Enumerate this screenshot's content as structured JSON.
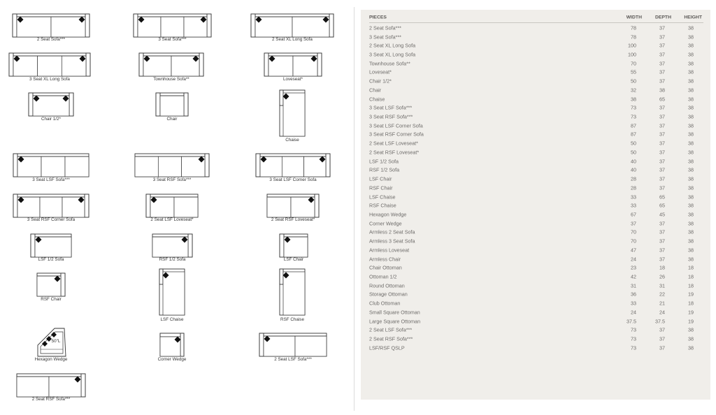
{
  "table": {
    "headers": {
      "pieces": "PIECES",
      "width": "WIDTH",
      "depth": "DEPTH",
      "height": "HEIGHT"
    },
    "rows": [
      {
        "name": "2 Seat Sofa***",
        "width": "78",
        "depth": "37",
        "height": "38"
      },
      {
        "name": "3 Seat Sofa***",
        "width": "78",
        "depth": "37",
        "height": "38"
      },
      {
        "name": "2 Seat XL Long Sofa",
        "width": "100",
        "depth": "37",
        "height": "38"
      },
      {
        "name": "3 Seat XL Long Sofa",
        "width": "100",
        "depth": "37",
        "height": "38"
      },
      {
        "name": "Townhouse Sofa**",
        "width": "70",
        "depth": "37",
        "height": "38"
      },
      {
        "name": "Loveseat*",
        "width": "55",
        "depth": "37",
        "height": "38"
      },
      {
        "name": "Chair 1/2*",
        "width": "50",
        "depth": "37",
        "height": "38"
      },
      {
        "name": "Chair",
        "width": "32",
        "depth": "38",
        "height": "38"
      },
      {
        "name": "Chaise",
        "width": "38",
        "depth": "65",
        "height": "38"
      },
      {
        "name": "3 Seat LSF Sofa***",
        "width": "73",
        "depth": "37",
        "height": "38"
      },
      {
        "name": "3 Seat RSF Sofa***",
        "width": "73",
        "depth": "37",
        "height": "38"
      },
      {
        "name": "3 Seat LSF Corner Sofa",
        "width": "87",
        "depth": "37",
        "height": "38"
      },
      {
        "name": "3 Seat RSF Corner Sofa",
        "width": "87",
        "depth": "37",
        "height": "38"
      },
      {
        "name": "2 Seat LSF Loveseat*",
        "width": "50",
        "depth": "37",
        "height": "38"
      },
      {
        "name": "2 Seat RSF Loveseat*",
        "width": "50",
        "depth": "37",
        "height": "38"
      },
      {
        "name": "LSF 1/2 Sofa",
        "width": "40",
        "depth": "37",
        "height": "38"
      },
      {
        "name": "RSF 1/2 Sofa",
        "width": "40",
        "depth": "37",
        "height": "38"
      },
      {
        "name": "LSF Chair",
        "width": "28",
        "depth": "37",
        "height": "38"
      },
      {
        "name": "RSF Chair",
        "width": "28",
        "depth": "37",
        "height": "38"
      },
      {
        "name": "LSF Chaise",
        "width": "33",
        "depth": "65",
        "height": "38"
      },
      {
        "name": "RSF Chaise",
        "width": "33",
        "depth": "65",
        "height": "38"
      },
      {
        "name": "Hexagon Wedge",
        "width": "67",
        "depth": "45",
        "height": "38"
      },
      {
        "name": "Corner Wedge",
        "width": "37",
        "depth": "37",
        "height": "38"
      },
      {
        "name": "Armless 2 Seat Sofa",
        "width": "70",
        "depth": "37",
        "height": "38"
      },
      {
        "name": "Armless 3 Seat Sofa",
        "width": "70",
        "depth": "37",
        "height": "38"
      },
      {
        "name": "Armless Loveseat",
        "width": "47",
        "depth": "37",
        "height": "38"
      },
      {
        "name": "Armless Chair",
        "width": "24",
        "depth": "37",
        "height": "38"
      },
      {
        "name": "Chair Ottoman",
        "width": "23",
        "depth": "18",
        "height": "18"
      },
      {
        "name": "Ottoman 1/2",
        "width": "42",
        "depth": "26",
        "height": "18"
      },
      {
        "name": "Round Ottoman",
        "width": "31",
        "depth": "31",
        "height": "18"
      },
      {
        "name": "Storage Ottoman",
        "width": "36",
        "depth": "22",
        "height": "19"
      },
      {
        "name": "Club Ottoman",
        "width": "33",
        "depth": "21",
        "height": "18"
      },
      {
        "name": "Small Square Ottoman",
        "width": "24",
        "depth": "24",
        "height": "19"
      },
      {
        "name": "Large Square Ottoman",
        "width": "37.5",
        "depth": "37.5",
        "height": "19"
      },
      {
        "name": "2 Seat LSF Sofa***",
        "width": "73",
        "depth": "37",
        "height": "38"
      },
      {
        "name": "2 Seat RSF Sofa***",
        "width": "73",
        "depth": "37",
        "height": "38"
      },
      {
        "name": "LSF/RSF QSLP",
        "width": "73",
        "depth": "37",
        "height": "38"
      }
    ]
  },
  "diagrams": [
    {
      "label": "2 Seat Sofa***",
      "shape": "sofa",
      "seats": 2,
      "arms": "both",
      "diamonds": "both"
    },
    {
      "label": "3 Seat Sofa***",
      "shape": "sofa",
      "seats": 3,
      "arms": "both",
      "diamonds": "both"
    },
    {
      "label": "2 Seat XL Long Sofa",
      "shape": "sofa",
      "seats": 2,
      "arms": "both",
      "diamonds": "both"
    },
    {
      "label": "3 Seat XL Long Sofa",
      "shape": "sofa",
      "seats": 3,
      "arms": "both",
      "diamonds": "both"
    },
    {
      "label": "Townhouse Sofa**",
      "shape": "sofa",
      "seats": 2,
      "arms": "both",
      "diamonds": "both"
    },
    {
      "label": "Loveseat*",
      "shape": "sofa",
      "seats": 2,
      "arms": "both",
      "diamonds": "both"
    },
    {
      "label": "Chair 1/2*",
      "shape": "sofa",
      "seats": 1,
      "arms": "both",
      "diamonds": "both"
    },
    {
      "label": "Chair",
      "shape": "sofa",
      "seats": 1,
      "arms": "both",
      "diamonds": "none"
    },
    {
      "label": "Chaise",
      "shape": "chaise",
      "side": "left"
    },
    {
      "label": "3 Seat LSF Sofa***",
      "shape": "sofa",
      "seats": 3,
      "arms": "left",
      "diamonds": "left"
    },
    {
      "label": "3 Seat RSF Sofa***",
      "shape": "sofa",
      "seats": 3,
      "arms": "right",
      "diamonds": "right"
    },
    {
      "label": "3 Seat LSF Corner Sofa",
      "shape": "sofa",
      "seats": 3,
      "arms": "both",
      "diamonds": "both"
    },
    {
      "label": "3 Seat RSF Corner Sofa",
      "shape": "sofa",
      "seats": 3,
      "arms": "both",
      "diamonds": "both"
    },
    {
      "label": "2 Seat LSF Loveseat*",
      "shape": "sofa",
      "seats": 2,
      "arms": "left",
      "diamonds": "left"
    },
    {
      "label": "2 Seat RSF Loveseat*",
      "shape": "sofa",
      "seats": 2,
      "arms": "right",
      "diamonds": "right"
    },
    {
      "label": "LSF 1/2 Sofa",
      "shape": "sofa",
      "seats": 1,
      "arms": "left",
      "diamonds": "left"
    },
    {
      "label": "RSF 1/2 Sofa",
      "shape": "sofa",
      "seats": 1,
      "arms": "right",
      "diamonds": "right"
    },
    {
      "label": "LSF Chair",
      "shape": "sofa",
      "seats": 1,
      "arms": "left",
      "diamonds": "left"
    },
    {
      "label": "RSF Chair",
      "shape": "sofa",
      "seats": 1,
      "arms": "right",
      "diamonds": "right"
    },
    {
      "label": "LSF Chaise",
      "shape": "chaise",
      "side": "left"
    },
    {
      "label": "RSF Chaise",
      "shape": "chaise",
      "side": "left"
    },
    {
      "label": "Hexagon Wedge",
      "shape": "hexagon",
      "note": "50\"L"
    },
    {
      "label": "Corner Wedge",
      "shape": "corner"
    },
    {
      "label": "2 Seat LSF Sofa***",
      "shape": "sofa",
      "seats": 2,
      "arms": "left",
      "diamonds": "left"
    },
    {
      "label": "2 Seat RSF Sofa***",
      "shape": "sofa",
      "seats": 2,
      "arms": "right",
      "diamonds": "right"
    }
  ]
}
